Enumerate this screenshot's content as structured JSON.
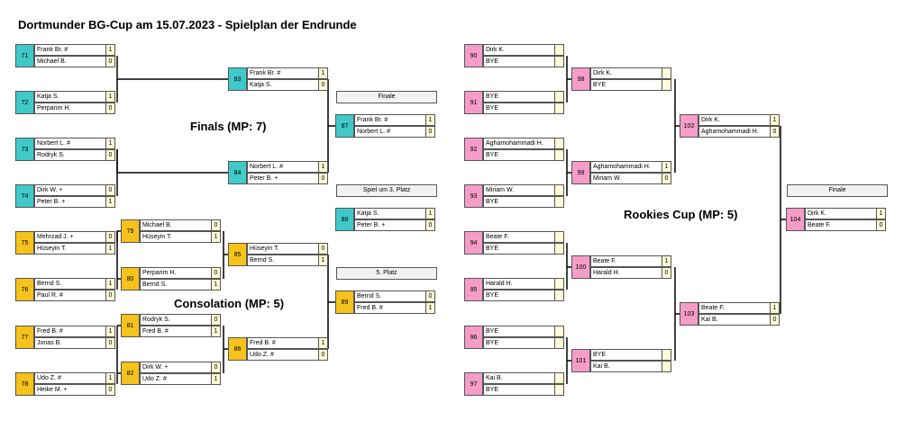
{
  "title": "Dortmunder BG-Cup am 15.07.2023 - Spielplan der Endrunde",
  "labels": {
    "finals": "Finals (MP: 7)",
    "consolation": "Consolation (MP: 5)",
    "rookies": "Rookies Cup (MP: 5)",
    "finale_left": "Finale",
    "third_place": "Spiel um 3. Platz",
    "fifth_place": "5. Platz",
    "finale_right": "Finale"
  },
  "colors": {
    "finals": "#3fc9c9",
    "consolation": "#f6c21c",
    "rookies": "#f59dc8",
    "score_bg": "#fffbd6"
  },
  "matches": [
    {
      "id": "71",
      "p1": "Frank Br. #",
      "s1": "1",
      "p2": "Michael B.",
      "s2": "0"
    },
    {
      "id": "72",
      "p1": "Katja S.",
      "s1": "1",
      "p2": "Perparim H.",
      "s2": "0"
    },
    {
      "id": "73",
      "p1": "Norbert L. #",
      "s1": "1",
      "p2": "Rodryk S.",
      "s2": "0"
    },
    {
      "id": "74",
      "p1": "Dirk W. +",
      "s1": "0",
      "p2": "Peter B. +",
      "s2": "1"
    },
    {
      "id": "83",
      "p1": "Frank Br. #",
      "s1": "1",
      "p2": "Katja S.",
      "s2": "0"
    },
    {
      "id": "84",
      "p1": "Norbert L. #",
      "s1": "1",
      "p2": "Peter B. +",
      "s2": "0"
    },
    {
      "id": "87",
      "p1": "Frank Br. #",
      "s1": "1",
      "p2": "Norbert L. #",
      "s2": "0"
    },
    {
      "id": "88",
      "p1": "Katja S.",
      "s1": "1",
      "p2": "Peter B. +",
      "s2": "0"
    },
    {
      "id": "75",
      "p1": "Mehrzad J. +",
      "s1": "0",
      "p2": "Hüseyin T.",
      "s2": "1"
    },
    {
      "id": "76",
      "p1": "Bernd S.",
      "s1": "1",
      "p2": "Paul R. #",
      "s2": "0"
    },
    {
      "id": "77",
      "p1": "Fred B. #",
      "s1": "1",
      "p2": "Jonas B.",
      "s2": "0"
    },
    {
      "id": "78",
      "p1": "Udo Z. #",
      "s1": "1",
      "p2": "Heike M. +",
      "s2": "0"
    },
    {
      "id": "79",
      "p1": "Michael B.",
      "s1": "0",
      "p2": "Hüseyin T.",
      "s2": "1"
    },
    {
      "id": "80",
      "p1": "Perparim H.",
      "s1": "0",
      "p2": "Bernd S.",
      "s2": "1"
    },
    {
      "id": "81",
      "p1": "Rodryk S.",
      "s1": "0",
      "p2": "Fred B. #",
      "s2": "1"
    },
    {
      "id": "82",
      "p1": "Dirk W. +",
      "s1": "0",
      "p2": "Udo Z. #",
      "s2": "1"
    },
    {
      "id": "85",
      "p1": "Hüseyin T.",
      "s1": "0",
      "p2": "Bernd S.",
      "s2": "1"
    },
    {
      "id": "86",
      "p1": "Fred B. #",
      "s1": "1",
      "p2": "Udo Z. #",
      "s2": "0"
    },
    {
      "id": "89",
      "p1": "Bernd S.",
      "s1": "0",
      "p2": "Fred B. #",
      "s2": "1"
    },
    {
      "id": "90",
      "p1": "Dirk K.",
      "s1": "",
      "p2": "BYE",
      "s2": ""
    },
    {
      "id": "91",
      "p1": "BYE",
      "s1": "",
      "p2": "BYE",
      "s2": ""
    },
    {
      "id": "92",
      "p1": "Aghamohammadi H.",
      "s1": "",
      "p2": "BYE",
      "s2": ""
    },
    {
      "id": "93",
      "p1": "Miriam W.",
      "s1": "",
      "p2": "BYE",
      "s2": ""
    },
    {
      "id": "94",
      "p1": "Beate F.",
      "s1": "",
      "p2": "BYE",
      "s2": ""
    },
    {
      "id": "95",
      "p1": "Harald H.",
      "s1": "",
      "p2": "BYE",
      "s2": ""
    },
    {
      "id": "96",
      "p1": "BYE",
      "s1": "",
      "p2": "BYE",
      "s2": ""
    },
    {
      "id": "97",
      "p1": "Kai B.",
      "s1": "",
      "p2": "BYE",
      "s2": ""
    },
    {
      "id": "98",
      "p1": "Dirk K.",
      "s1": "",
      "p2": "BYE",
      "s2": ""
    },
    {
      "id": "99",
      "p1": "Aghamohammadi H.",
      "s1": "1",
      "p2": "Miriam W.",
      "s2": "0"
    },
    {
      "id": "100",
      "p1": "Beate F.",
      "s1": "1",
      "p2": "Harald H.",
      "s2": "0"
    },
    {
      "id": "101",
      "p1": "BYE",
      "s1": "",
      "p2": "Kai B.",
      "s2": ""
    },
    {
      "id": "102",
      "p1": "Dirk K.",
      "s1": "1",
      "p2": "Aghamohammadi H.",
      "s2": "0"
    },
    {
      "id": "103",
      "p1": "Beate F.",
      "s1": "1",
      "p2": "Kai B.",
      "s2": "0"
    },
    {
      "id": "104",
      "p1": "Dirk K.",
      "s1": "1",
      "p2": "Beate F.",
      "s2": "0"
    }
  ]
}
